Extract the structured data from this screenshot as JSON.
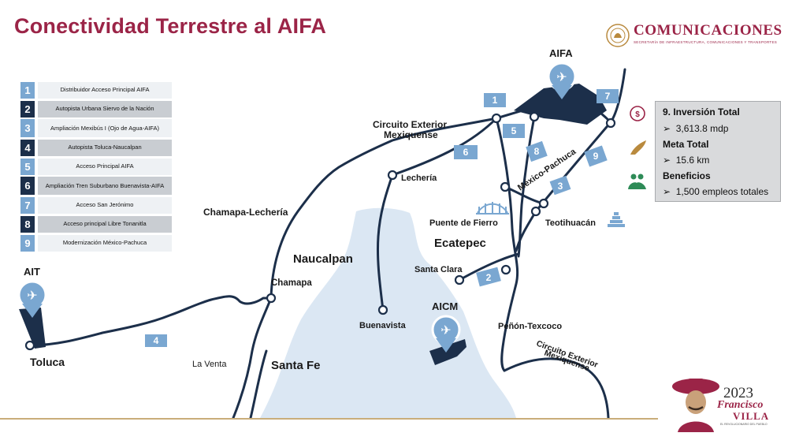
{
  "header": {
    "title": "Conectividad Terrestre al AIFA"
  },
  "logo": {
    "title": "COMUNICACIONES",
    "subtitle": "SECRETARÍA DE INFRAESTRUCTURA, COMUNICACIONES Y TRANSPORTES"
  },
  "legend": {
    "items": [
      {
        "num": "1",
        "label": "Distribuidor Acceso Principal AIFA"
      },
      {
        "num": "2",
        "label": "Autopista Urbana Siervo de la Nación"
      },
      {
        "num": "3",
        "label": "Ampliación Mexibús I (Ojo de Agua-AIFA)"
      },
      {
        "num": "4",
        "label": "Autopista Toluca-Naucalpan"
      },
      {
        "num": "5",
        "label": "Acceso Principal AIFA"
      },
      {
        "num": "6",
        "label": "Ampliación Tren Suburbano Buenavista-AIFA"
      },
      {
        "num": "7",
        "label": "Acceso San Jerónimo"
      },
      {
        "num": "8",
        "label": "Acceso principal Libre Tonanitla"
      },
      {
        "num": "9",
        "label": "Modernización México-Pachuca"
      }
    ]
  },
  "info_panel": {
    "investment_heading": "9. Inversión Total",
    "investment_value": "3,613.8 mdp",
    "goal_heading": "Meta Total",
    "goal_value": "15.6 km",
    "benefits_heading": "Beneficios",
    "benefits_value": "1,500 empleos totales",
    "bullet": "➢"
  },
  "map": {
    "airports": {
      "aifa": "AIFA",
      "ait": "AIT",
      "aicm": "AICM"
    },
    "places": {
      "toluca": "Toluca",
      "la_venta": "La Venta",
      "santa_fe": "Santa Fe",
      "chamapa": "Chamapa",
      "chamapa_lecheria": "Chamapa-Lechería",
      "naucalpan": "Naucalpan",
      "lecheria": "Lechería",
      "circuito_exterior_1": "Circuito Exterior",
      "circuito_exterior_2": "Mexiquense",
      "buenavista": "Buenavista",
      "santa_clara": "Santa Clara",
      "ecatepec": "Ecatepec",
      "puente_de_fierro": "Puente de Fierro",
      "teotihuacan": "Teotihuacán",
      "mexico_pachuca": "México-Pachuca",
      "penon_texcoco": "Peñón-Texcoco",
      "circuito_exterior_se_1": "Circuito Exterior",
      "circuito_exterior_se_2": "Mexiquense"
    },
    "markers": [
      "1",
      "2",
      "3",
      "4",
      "5",
      "6",
      "7",
      "8",
      "9"
    ]
  },
  "badge": {
    "year": "2023",
    "name": "Francisco",
    "surname": "VILLA",
    "caption": "EL REVOLUCIONARIO DEL PUEBLO"
  },
  "colors": {
    "title": "#9b2447",
    "road": "#1c2f4a",
    "water": "#dbe7f3",
    "marker": "#7aa7d1",
    "footer": "#c9ad7a"
  }
}
